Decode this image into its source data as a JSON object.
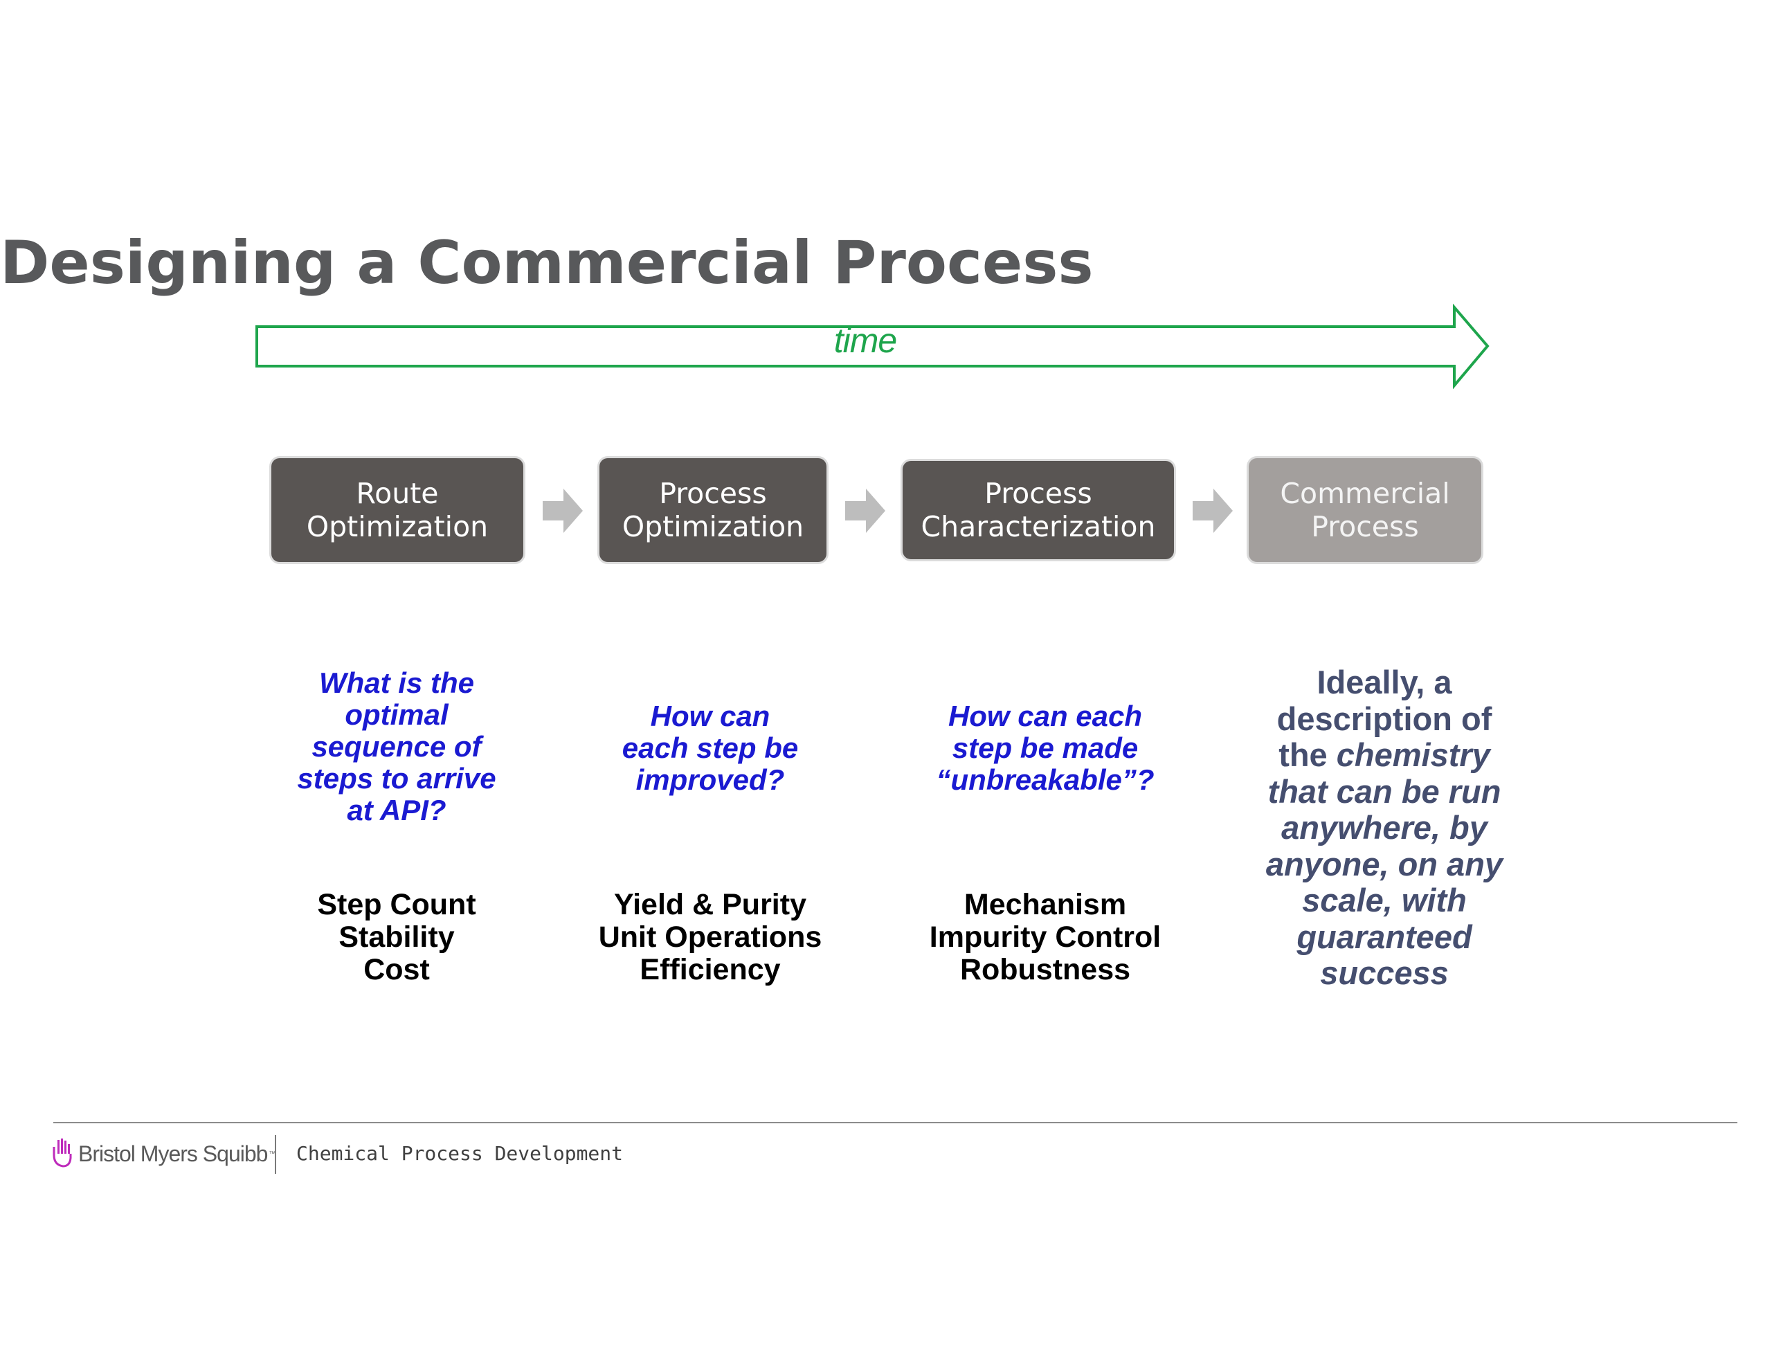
{
  "title": "Designing a Commercial Process",
  "timeline": {
    "label": "time",
    "color": "#1ea54c"
  },
  "stages": [
    {
      "line1": "Route",
      "line2": "Optimization",
      "color": "#595553"
    },
    {
      "line1": "Process",
      "line2": "Optimization",
      "color": "#595553"
    },
    {
      "line1": "Process",
      "line2": "Characterization",
      "color": "#595553"
    },
    {
      "line1": "Commercial",
      "line2": "Process",
      "color": "#a39f9d"
    }
  ],
  "questions": [
    {
      "lines": [
        "What is the",
        "optimal",
        "sequence of",
        "steps to arrive",
        "at API?"
      ]
    },
    {
      "lines": [
        "How can",
        "each step be",
        "improved?"
      ]
    },
    {
      "lines": [
        "How can each",
        "step be made",
        "“unbreakable”?"
      ]
    }
  ],
  "factors": [
    {
      "lines": [
        "Step Count",
        "Stability",
        "Cost"
      ]
    },
    {
      "lines": [
        "Yield & Purity",
        "Unit Operations",
        "Efficiency"
      ]
    },
    {
      "lines": [
        "Mechanism",
        "Impurity Control",
        "Robustness"
      ]
    }
  ],
  "ideal": {
    "lines": [
      "Ideally, a",
      "description of",
      "the",
      "chemistry",
      "that can be run",
      "anywhere, by",
      "anyone, on any",
      "scale, with",
      "guaranteed",
      "success"
    ]
  },
  "footer": {
    "brand": "Bristol Myers Squibb",
    "trademark": "™",
    "department": "Chemical Process Development"
  },
  "colors": {
    "question": "#1a1ad1",
    "ideal": "#454e6f",
    "title": "#58595b",
    "step_arrow": "#bdbdbd",
    "logo_accent": "#be2bbb"
  }
}
